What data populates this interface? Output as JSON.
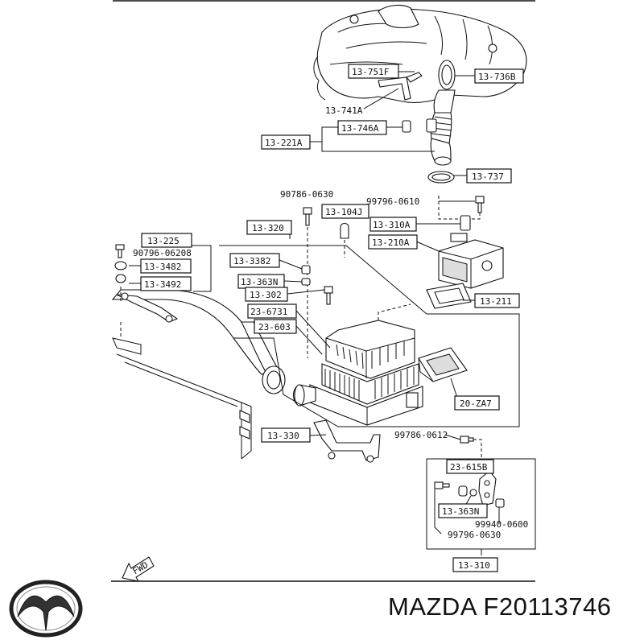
{
  "brand": {
    "text": "MAZDA F20113746",
    "logo": "mazda-logo"
  },
  "arrow_label": "FWD",
  "boxed_labels": {
    "p13_751F": "13-751F",
    "p13_736B": "13-736B",
    "p13_746A": "13-746A",
    "p13_221A": "13-221A",
    "p13_737": "13-737",
    "p13_104J": "13-104J",
    "p13_320": "13-320",
    "p13_310A": "13-310A",
    "p13_225": "13-225",
    "p13_210A": "13-210A",
    "p13_3382": "13-3382",
    "p13_3482": "13-3482",
    "p13_363N_a": "13-363N",
    "p13_3492": "13-3492",
    "p13_302": "13-302",
    "p13_211": "13-211",
    "p23_6731": "23-6731",
    "p23_603": "23-603",
    "p20_ZA7": "20-ZA7",
    "p13_330": "13-330",
    "p23_615B": "23-615B",
    "p13_363N_b": "13-363N",
    "p13_310": "13-310"
  },
  "plain_labels": {
    "p13_741A": "13-741A",
    "p90786_0630": "90786-0630",
    "p99796_0610": "99796-0610",
    "p90796_06208": "90796-06208",
    "p99786_0612": "99786-0612",
    "p99940_0600": "99940-0600",
    "p99796_0630": "99796-0630"
  }
}
